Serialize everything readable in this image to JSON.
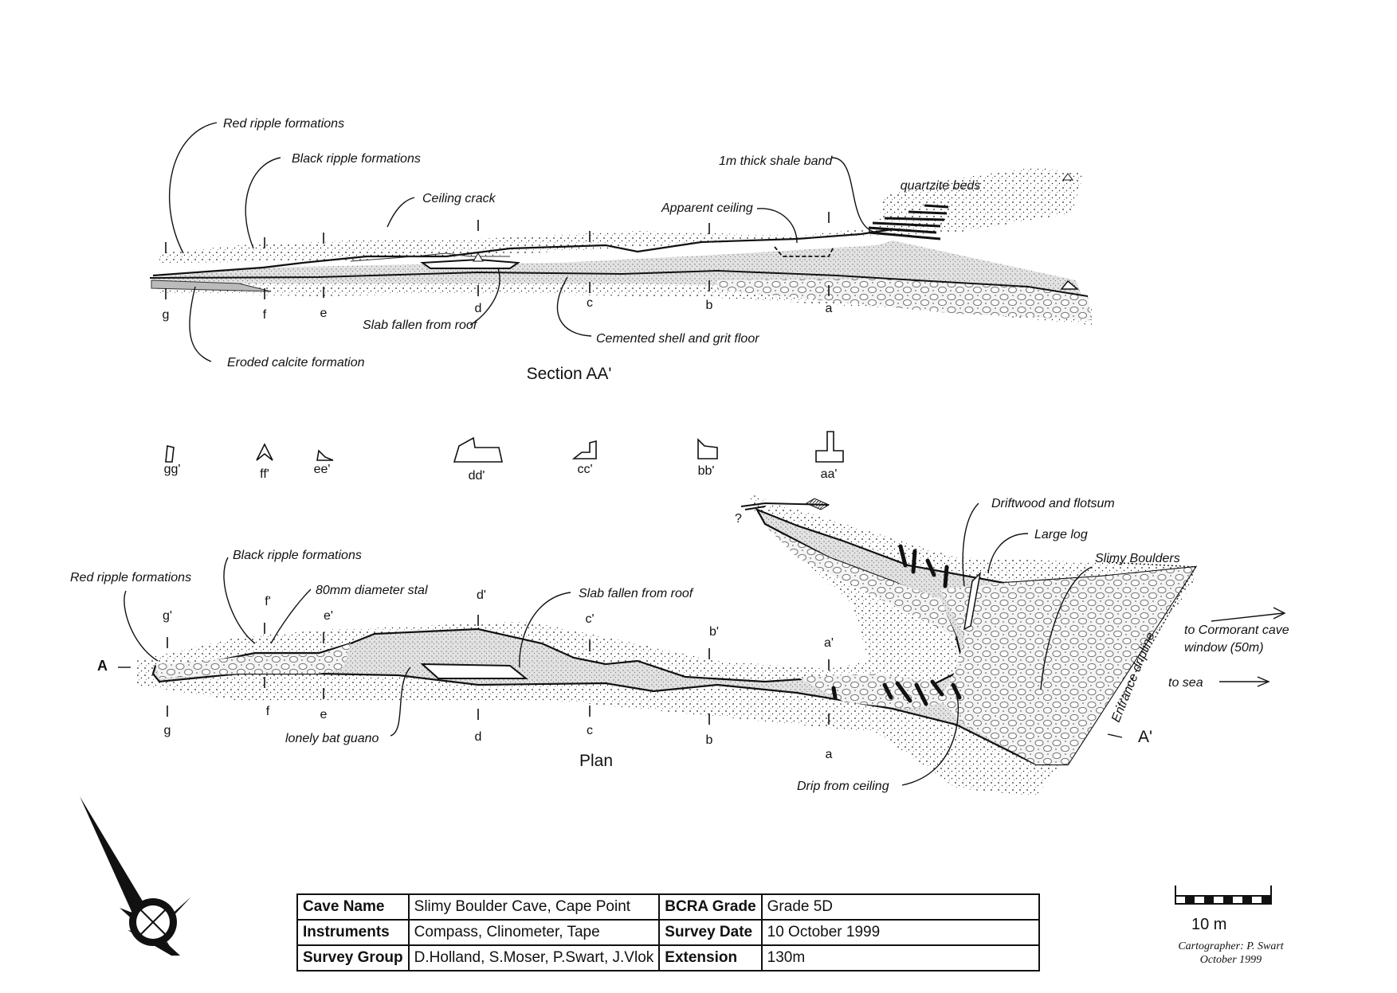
{
  "section": {
    "title": "Section AA'",
    "labels": {
      "red_ripple": "Red ripple formations",
      "black_ripple": "Black ripple formations",
      "ceiling_crack": "Ceiling crack",
      "apparent_ceiling": "Apparent ceiling",
      "shale_band": "1m thick shale band",
      "quartzite": "quartzite beds",
      "slab": "Slab fallen from roof",
      "cemented_floor": "Cemented shell and grit floor",
      "eroded_calcite": "Eroded calcite formation"
    },
    "stations": [
      "g",
      "f",
      "e",
      "d",
      "c",
      "b",
      "a"
    ]
  },
  "cross_sections": [
    "gg'",
    "ff'",
    "ee'",
    "dd'",
    "cc'",
    "bb'",
    "aa'"
  ],
  "plan": {
    "title": "Plan",
    "labels": {
      "red_ripple": "Red ripple formations",
      "black_ripple": "Black ripple formations",
      "stal": "80mm diameter stal",
      "slab": "Slab fallen from roof",
      "bat_guano": "lonely bat guano",
      "driftwood": "Driftwood and flotsum",
      "large_log": "Large log",
      "slimy_boulders": "Slimy Boulders",
      "cormorant": "to Cormorant cave",
      "cormorant_2": "window (50m)",
      "to_sea": "to sea",
      "dripline": "Entrance dripline",
      "drip": "Drip from ceiling",
      "question": "?",
      "A": "A",
      "A_prime": "A'"
    },
    "stations_top": [
      "g'",
      "f'",
      "e'",
      "d'",
      "c'",
      "b'",
      "a'"
    ],
    "stations_bottom": [
      "g",
      "f",
      "e",
      "d",
      "c",
      "b",
      "a"
    ]
  },
  "info_table": {
    "rows": [
      [
        "Cave Name",
        "Slimy Boulder Cave, Cape Point",
        "BCRA Grade",
        "Grade 5D"
      ],
      [
        "Instruments",
        "Compass, Clinometer, Tape",
        "Survey Date",
        "10 October 1999"
      ],
      [
        "Survey Group",
        "D.Holland, S.Moser, P.Swart, J.Vlok",
        "Extension",
        "130m"
      ]
    ]
  },
  "scale_bar": {
    "label": "10 m"
  },
  "cartographer": {
    "line1": "Cartographer: P. Swart",
    "line2": "October 1999"
  },
  "icons": {
    "north": "north-arrow-icon",
    "scale": "scale-bar-icon"
  }
}
